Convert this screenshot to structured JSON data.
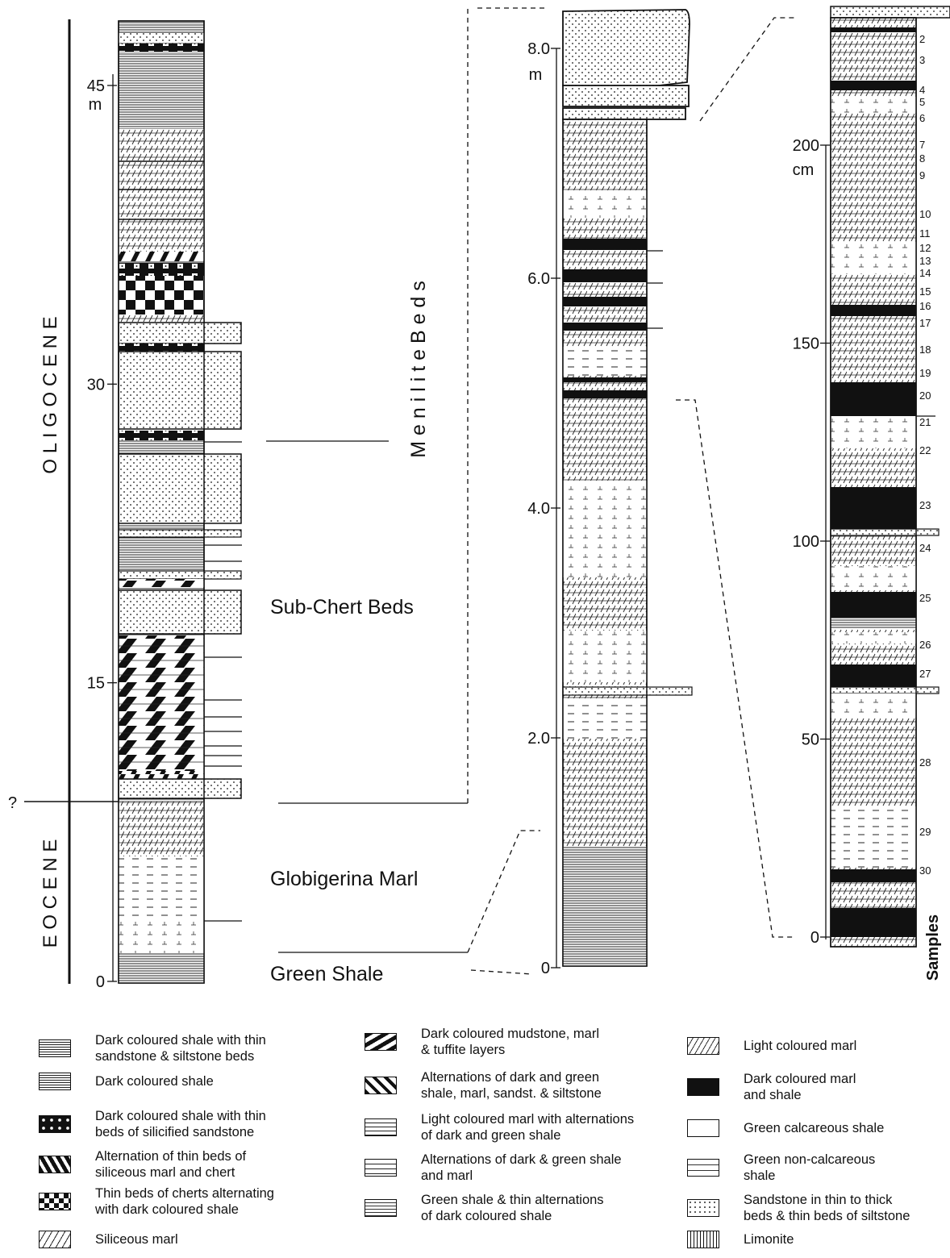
{
  "columns": {
    "left": {
      "unit": "m",
      "ticks": [
        {
          "value": 0,
          "label": "0"
        },
        {
          "value": 15,
          "label": "15"
        },
        {
          "value": 30,
          "label": "30"
        },
        {
          "value": 45,
          "label": "45"
        }
      ]
    },
    "middle": {
      "unit": "m",
      "ticks": [
        {
          "value": 0,
          "label": "0"
        },
        {
          "value": 2,
          "label": "2.0"
        },
        {
          "value": 4,
          "label": "4.0"
        },
        {
          "value": 6,
          "label": "6.0"
        },
        {
          "value": 8,
          "label": "8.0"
        }
      ]
    },
    "right": {
      "unit": "cm",
      "ticks": [
        {
          "value": 0,
          "label": "0"
        },
        {
          "value": 50,
          "label": "50"
        },
        {
          "value": 100,
          "label": "100"
        },
        {
          "value": 150,
          "label": "150"
        },
        {
          "value": 200,
          "label": "200"
        }
      ],
      "samples_title": "Samples",
      "samples": [
        "2",
        "3",
        "4",
        "5",
        "6",
        "7",
        "8",
        "9",
        "10",
        "11",
        "12",
        "13",
        "14",
        "15",
        "16",
        "17",
        "18",
        "19",
        "20",
        "21",
        "22",
        "23",
        "24",
        "25",
        "26",
        "27",
        "28",
        "29",
        "30"
      ]
    }
  },
  "epochs": {
    "oligocene": "O L I G O C E N E",
    "eocene": "E O C E N E",
    "boundary_mark": "?"
  },
  "units": {
    "menilite": "M e n i l i t e   B e d s",
    "sub_chert": "Sub-Chert Beds",
    "globigerina": "Globigerina Marl",
    "green_shale": "Green Shale"
  },
  "legend": [
    {
      "id": "dashale",
      "text": "Dark coloured shale with thin\nsandstone & siltstone beds"
    },
    {
      "id": "shalesand",
      "text": "Dark coloured shale"
    },
    {
      "id": "dsil",
      "text": "Dark coloured shale with thin\nbeds of silicified sandstone"
    },
    {
      "id": "altsil",
      "text": "Alternation of thin beds of\nsiliceous marl and chert"
    },
    {
      "id": "chert",
      "text": "Thin beds of cherts alternating\nwith dark coloured shale"
    },
    {
      "id": "simarl",
      "text": "Siliceous marl"
    },
    {
      "id": "mudst",
      "text": "Dark coloured mudstone, marl\n& tuffite layers"
    },
    {
      "id": "altdg",
      "text": "Alternations of dark and green\nshale, marl, sandst. & siltstone"
    },
    {
      "id": "lmalt",
      "text": "Light coloured marl with alternations\nof dark and green shale"
    },
    {
      "id": "dgsm",
      "text": "Alternations of dark & green shale\nand marl"
    },
    {
      "id": "gsthin",
      "text": "Green shale & thin alternations\nof dark coloured shale"
    },
    {
      "id": "lmarl",
      "text": "Light coloured marl"
    },
    {
      "id": "dmarl",
      "text": "Dark coloured marl\nand shale"
    },
    {
      "id": "gcalc",
      "text": "Green calcareous shale"
    },
    {
      "id": "gnon",
      "text": "Green non-calcareous\nshale"
    },
    {
      "id": "sand",
      "text": "Sandstone in thin to thick\nbeds & thin beds of siltstone"
    },
    {
      "id": "limo",
      "text": "Limonite"
    }
  ]
}
